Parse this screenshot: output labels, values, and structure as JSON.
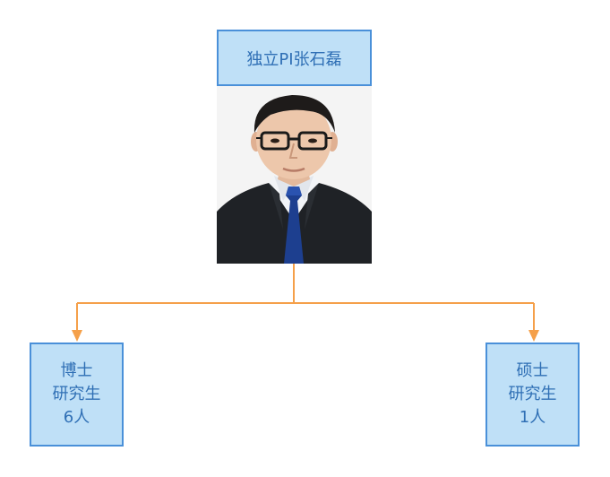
{
  "pi": {
    "title": "独立PI张石磊"
  },
  "photo": {
    "subject": "portrait"
  },
  "groups": [
    {
      "line1": "博士",
      "line2": "研究生",
      "line3": "6人"
    },
    {
      "line1": "硕士",
      "line2": "研究生",
      "line3": "1人"
    }
  ],
  "colors": {
    "box_fill": "#bfe0f7",
    "box_border": "#4a90d9",
    "box_text": "#2f6fb5",
    "connector": "#f5a04a"
  }
}
